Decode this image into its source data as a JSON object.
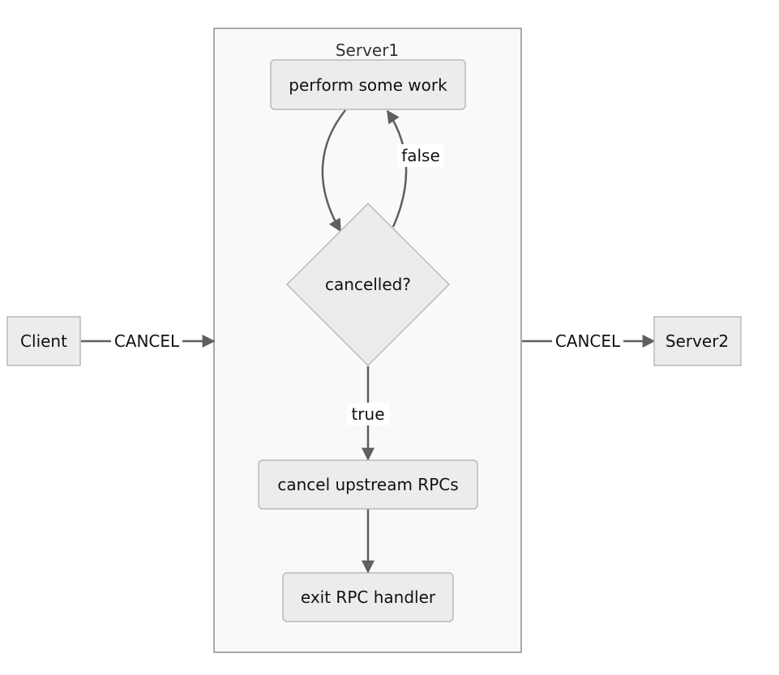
{
  "cluster": {
    "title": "Server1"
  },
  "nodes": {
    "client": "Client",
    "server2": "Server2",
    "work": "perform some work",
    "decision": "cancelled?",
    "cancel_upstream": "cancel upstream RPCs",
    "exit": "exit RPC handler"
  },
  "edges": {
    "client_to_server1": "CANCEL",
    "server1_to_server2": "CANCEL",
    "false_branch": "false",
    "true_branch": "true"
  },
  "colors": {
    "node_fill": "#ececec",
    "node_stroke": "#b9b9b9",
    "cluster_fill": "#f9f9f9",
    "edge": "#5f5f5f"
  }
}
